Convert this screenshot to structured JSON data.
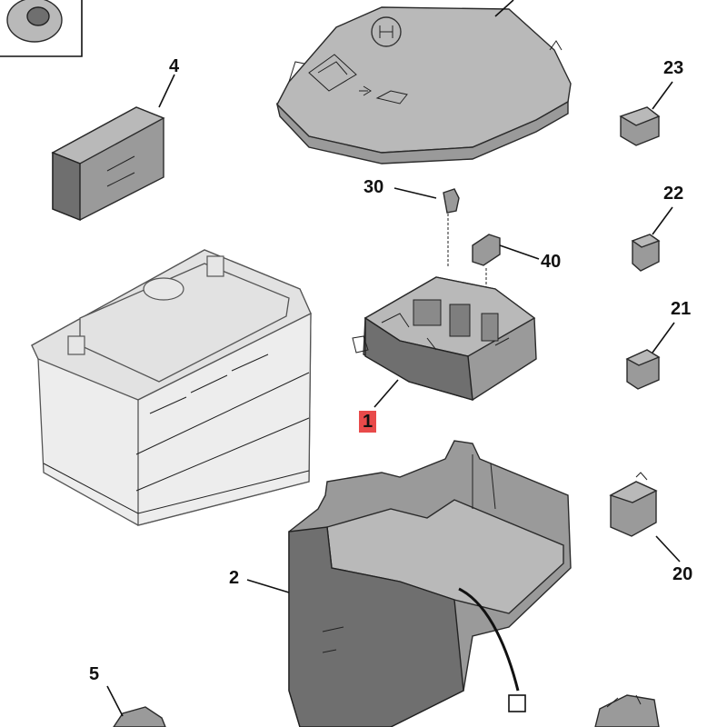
{
  "callouts": [
    {
      "id": "1",
      "label": "1",
      "highlight": true
    },
    {
      "id": "2",
      "label": "2"
    },
    {
      "id": "4",
      "label": "4"
    },
    {
      "id": "5",
      "label": "5"
    },
    {
      "id": "20",
      "label": "20"
    },
    {
      "id": "21",
      "label": "21"
    },
    {
      "id": "22",
      "label": "22"
    },
    {
      "id": "23",
      "label": "23"
    },
    {
      "id": "30",
      "label": "30"
    },
    {
      "id": "40",
      "label": "40"
    }
  ],
  "colors": {
    "highlight": "#e84a4a",
    "part": "#9a9a9a",
    "battery": "#ededed"
  }
}
